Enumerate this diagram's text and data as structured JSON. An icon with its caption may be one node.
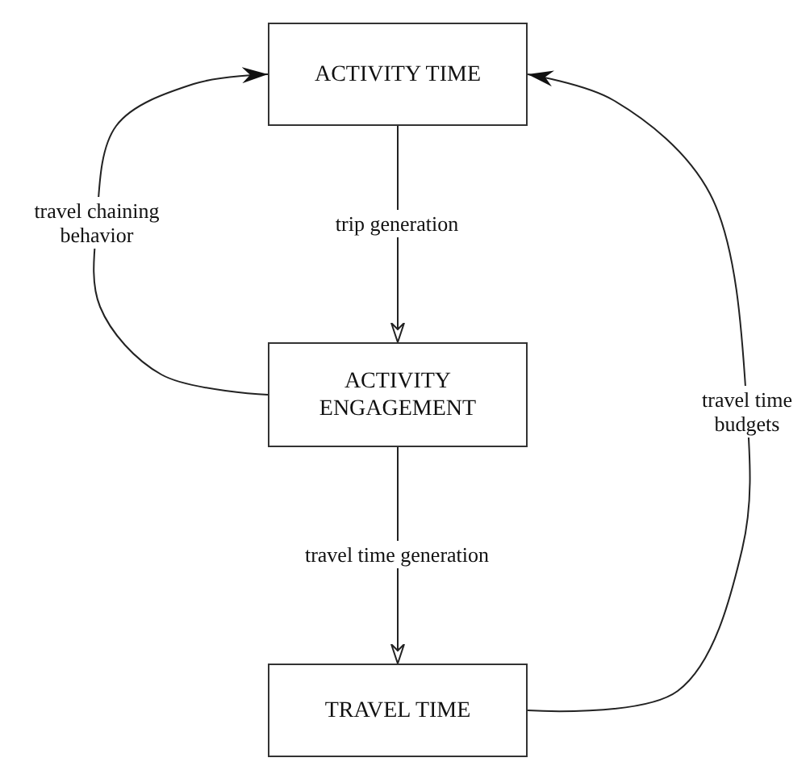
{
  "diagram": {
    "nodes": [
      {
        "text": [
          "ACTIVITY TIME"
        ]
      },
      {
        "text": [
          "ACTIVITY ENGAGEMENT"
        ]
      },
      {
        "text": [
          "TRAVEL TIME"
        ]
      }
    ],
    "edges": [
      {
        "from": 0,
        "to": 1,
        "arrow": "to",
        "label": "trip generation"
      },
      {
        "from": 1,
        "to": 2,
        "arrow": "to",
        "label": "travel time generation"
      },
      {
        "from": 1,
        "to": 0,
        "arrow": "to",
        "label": "travel chaining behavior"
      },
      {
        "from": 2,
        "to": 0,
        "arrow": "to",
        "label": "travel time budgets"
      }
    ]
  }
}
